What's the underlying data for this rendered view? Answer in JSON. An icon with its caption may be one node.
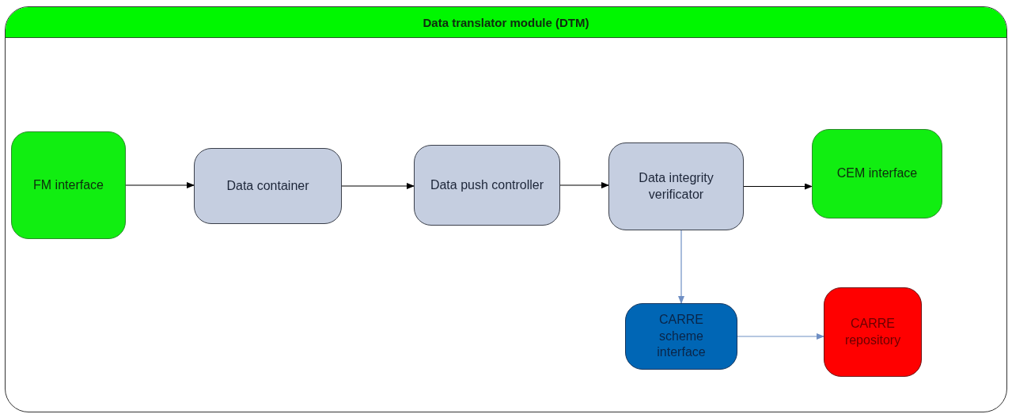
{
  "diagram": {
    "nodes": [
      {
        "text": [
          "Data translator module (DTM)"
        ]
      },
      {
        "text": [
          "FM interface"
        ],
        "in": 0
      },
      {
        "text": [
          "Data container"
        ],
        "in": 0
      },
      {
        "text": [
          "Data push controller"
        ],
        "in": 0
      },
      {
        "text": [
          "Data integrity verificator"
        ],
        "in": 0
      },
      {
        "text": [
          "CEM interface"
        ],
        "in": 0
      },
      {
        "text": [
          "CARRE scheme interface"
        ],
        "in": 0
      },
      {
        "text": [
          "CARRE repository"
        ],
        "in": 0
      }
    ],
    "edges": [
      {
        "from": 1,
        "to": 2,
        "arrow": "to"
      },
      {
        "from": 2,
        "to": 3,
        "arrow": "to"
      },
      {
        "from": 3,
        "to": 4,
        "arrow": "to"
      },
      {
        "from": 4,
        "to": 5,
        "arrow": "to"
      },
      {
        "from": 4,
        "to": 6,
        "arrow": "to",
        "color": "#6f8fc4"
      },
      {
        "from": 6,
        "to": 7,
        "arrow": "to",
        "color": "#6f8fc4"
      }
    ]
  }
}
